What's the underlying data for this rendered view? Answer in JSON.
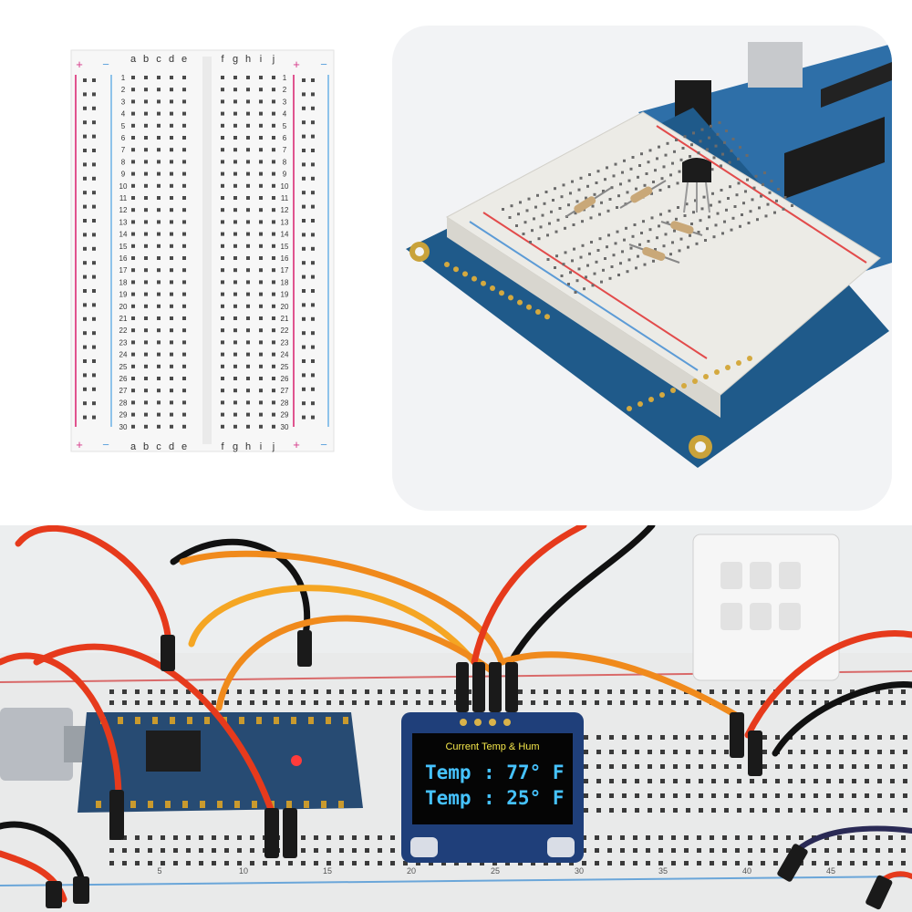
{
  "breadboard_top": {
    "cols_left": [
      "a",
      "b",
      "c",
      "d",
      "e"
    ],
    "cols_right": [
      "f",
      "g",
      "h",
      "i",
      "j"
    ],
    "rows": 30,
    "plus": "+",
    "minus": "−"
  },
  "oled": {
    "header": "Current Temp & Hum",
    "line1_label": "Temp",
    "line1_value": ": 77° F",
    "line2_label": "Temp",
    "line2_value": ": 25° F"
  },
  "bottom_board_numbers": [
    "5",
    "10",
    "15",
    "20",
    "25",
    "30",
    "35",
    "40",
    "45"
  ],
  "colors": {
    "rail_red": "#e0548f",
    "rail_blue": "#8ec3ea",
    "pcb_blue": "#1f5a8a",
    "oled_text": "#46c3ff",
    "oled_header": "#f4e64a"
  }
}
